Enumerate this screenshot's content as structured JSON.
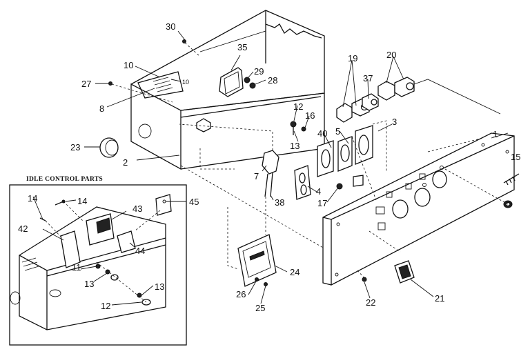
{
  "inset": {
    "title": "IDLE CONTROL PARTS"
  },
  "labels": {
    "p1": "1",
    "p2": "2",
    "p3": "3",
    "p4": "4",
    "p5": "5",
    "p7": "7",
    "p8": "8",
    "p10a": "10",
    "p10b": "10",
    "p11": "11",
    "p12a": "12",
    "p12b": "12",
    "p13a": "13",
    "p13b": "13",
    "p13c": "13",
    "p14a": "14",
    "p14b": "14",
    "p15": "15",
    "p16": "16",
    "p17": "17",
    "p19": "19",
    "p20": "20",
    "p21": "21",
    "p22": "22",
    "p23": "23",
    "p24": "24",
    "p25": "25",
    "p26": "26",
    "p27": "27",
    "p28": "28",
    "p29": "29",
    "p30": "30",
    "p35": "35",
    "p37": "37",
    "p38": "38",
    "p40": "40",
    "p42": "42",
    "p43": "43",
    "p44": "44",
    "p45": "45"
  }
}
